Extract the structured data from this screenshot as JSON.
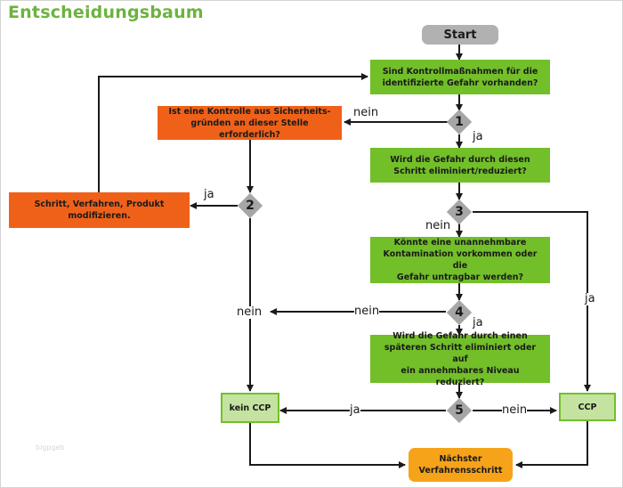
{
  "title": "Entscheidungsbaum",
  "watermark": "bigpgeb",
  "nodes": {
    "start": "Start",
    "q_measures": "Sind Kontrollmaßnahmen für die\nidentifizierte Gefahr vorhanden?",
    "q_safety": "Ist eine Kontrolle aus Sicherheits-\ngründen an dieser Stelle erforderlich?",
    "modify": "Schritt, Verfahren, Produkt\nmodifizieren.",
    "q_eliminated": "Wird die Gefahr durch diesen\nSchritt eliminiert/reduziert?",
    "q_contamination": "Könnte eine unannehmbare\nKontamination vorkommen oder die\nGefahr untragbar werden?",
    "q_later": "Wird die Gefahr durch einen\nspäteren Schritt eliminiert oder auf\nein annehmbares Niveau reduziert?",
    "no_ccp": "kein CCP",
    "ccp": "CCP",
    "next": "Nächster\nVerfahrensschritt"
  },
  "decisions": [
    "1",
    "2",
    "3",
    "4",
    "5"
  ],
  "labels": {
    "d1_no": "nein",
    "d1_yes": "ja",
    "d2_yes": "ja",
    "d2_no": "nein",
    "d3_no": "nein",
    "d3_yes": "ja",
    "d4_no": "nein",
    "d4_yes": "ja",
    "d5_yes": "ja",
    "d5_no": "nein"
  },
  "colors": {
    "title": "#6cb33f",
    "question": "#72bf29",
    "action": "#ef6119",
    "result": "#c5e3a0",
    "start": "#b1b1b1",
    "next": "#f6a31a",
    "decision": "#a6a6a6",
    "line": "#1a1a1a"
  }
}
